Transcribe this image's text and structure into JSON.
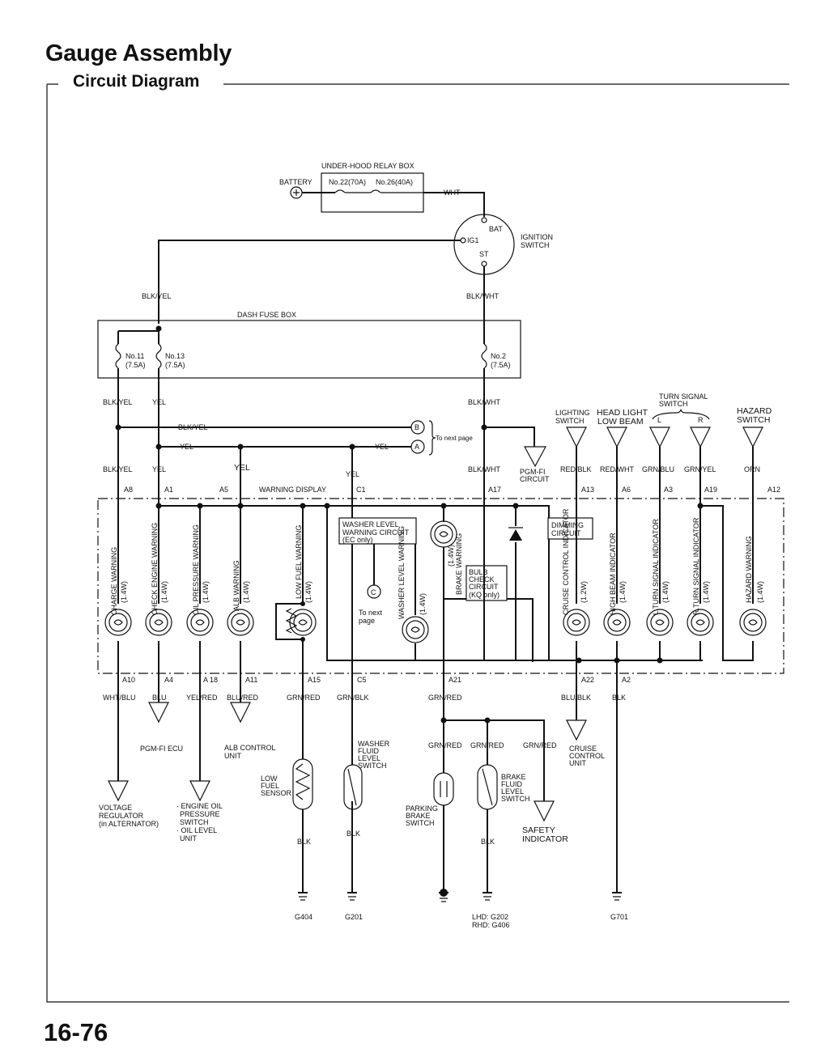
{
  "header": {
    "title": "Gauge Assembly",
    "subtitle": "Circuit Diagram"
  },
  "footer": {
    "page_number": "16-76"
  },
  "components": {
    "battery": "BATTERY",
    "under_hood_relay_box": "UNDER-HOOD RELAY BOX",
    "fuse_no22": "No.22(70A)",
    "fuse_no26": "No.26(40A)",
    "ignition_switch": "IGNITION SWITCH",
    "ign_bat": "BAT",
    "ign_ig1": "IG1",
    "ign_st": "ST",
    "dash_fuse_box": "DASH FUSE BOX",
    "fuse_no11": [
      "No.11",
      "(7.5A)"
    ],
    "fuse_no13": [
      "No.13",
      "(7.5A)"
    ],
    "fuse_no2": [
      "No.2",
      "(7.5A)"
    ],
    "warning_display": "WARNING DISPLAY",
    "to_next_page": "To next page",
    "to_next_page_c": [
      "To next",
      "page"
    ],
    "pgm_fi_circuit": [
      "PGM-FI",
      "CIRCUIT"
    ],
    "washer_level_circuit": [
      "WASHER LEVEL",
      "WARNING CIRCUIT",
      "(EC only)"
    ],
    "bulb_check_circuit": [
      "BULB",
      "CHECK",
      "CIRCUIT",
      "(KQ only)"
    ],
    "dimming_circuit": [
      "DIMMING",
      "CIRCUIT"
    ],
    "lighting_switch": [
      "LIGHTING",
      "SWITCH"
    ],
    "head_light_low_beam": [
      "HEAD LIGHT",
      "LOW BEAM"
    ],
    "turn_signal_switch": [
      "TURN SIGNAL",
      "SWITCH"
    ],
    "turn_l": "L",
    "turn_r": "R",
    "hazard_switch": [
      "HAZARD",
      "SWITCH"
    ],
    "pgm_fi_ecu": "PGM-FI ECU",
    "alb_control_unit": [
      "ALB CONTROL",
      "UNIT"
    ],
    "voltage_regulator": [
      "VOLTAGE",
      "REGULATOR",
      "(in ALTERNATOR)"
    ],
    "engine_oil_switch": [
      "· ENGINE OIL",
      "PRESSURE",
      "SWITCH",
      "· OIL LEVEL",
      "UNIT"
    ],
    "low_fuel_sensor": [
      "LOW",
      "FUEL",
      "SENSOR"
    ],
    "washer_fluid_switch": [
      "WASHER",
      "FLUID",
      "LEVEL",
      "SWITCH"
    ],
    "parking_brake_switch": [
      "PARKING",
      "BRAKE",
      "SWITCH"
    ],
    "brake_fluid_switch": [
      "BRAKE",
      "FLUID",
      "LEVEL",
      "SWITCH"
    ],
    "safety_indicator": [
      "SAFETY",
      "INDICATOR"
    ],
    "cruise_control_unit": [
      "CRUISE",
      "CONTROL",
      "UNIT"
    ]
  },
  "lamps": [
    {
      "label": "CHARGE WARNING",
      "watt": "(1.4W)"
    },
    {
      "label": "CHECK ENGINE WARNING",
      "watt": "(1.4W)"
    },
    {
      "label": "OIL PRESSURE WARNING",
      "watt": "(1.4W)"
    },
    {
      "label": "ALB WARNING",
      "watt": "(1.4W)"
    },
    {
      "label": "LOW FUEL WARNING",
      "watt": "(1.4W)"
    },
    {
      "label": "WASHER LEVEL WARNING",
      "watt": "(1.4W)"
    },
    {
      "label": "BRAKE WARNING",
      "watt": "(1.4W)"
    },
    {
      "label": "CRUISE CONTROL INDICATOR",
      "watt": "(1.2W)"
    },
    {
      "label": "HIGH BEAM INDICATOR",
      "watt": "(1.4W)"
    },
    {
      "label": "L.TURN SIGNAL INDICATOR",
      "watt": "(1.4W)"
    },
    {
      "label": "R.TURN SIGNAL INDICATOR",
      "watt": "(1.4W)"
    },
    {
      "label": "HAZARD WARNING",
      "watt": "(1.4W)"
    }
  ],
  "connectors": {
    "A8": "A8",
    "A1": "A1",
    "A5": "A5",
    "C1": "C1",
    "A17": "A17",
    "A13": "A13",
    "A6": "A6",
    "A3": "A3",
    "A19": "A19",
    "A12": "A12",
    "A10": "A10",
    "A4": "A4",
    "A18": "A 18",
    "A11": "A11",
    "A15": "A15",
    "C5": "C5",
    "A21": "A21",
    "A22": "A22",
    "A2": "A2",
    "B": "B",
    "A": "A",
    "C": "C"
  },
  "wires": {
    "wht": "WHT",
    "blk_yel": "BLK/YEL",
    "blk_wht": "BLK/WHT",
    "yel": "YEL",
    "red_blk": "RED/BLK",
    "red_wht": "RED/WHT",
    "grn_blu": "GRN/BLU",
    "grn_yel": "GRN/YEL",
    "orn": "ORN",
    "wht_blu": "WHT/BLU",
    "blu": "BLU",
    "yel_red": "YEL/RED",
    "blu_red": "BLU/RED",
    "grn_red": "GRN/RED",
    "grn_blk": "GRN/BLK",
    "blu_blk": "BLU/BLK",
    "blk": "BLK"
  },
  "grounds": {
    "g404": "G404",
    "g201": "G201",
    "g202": "LHD: G202",
    "g406": "RHD: G406",
    "g701": "G701"
  }
}
